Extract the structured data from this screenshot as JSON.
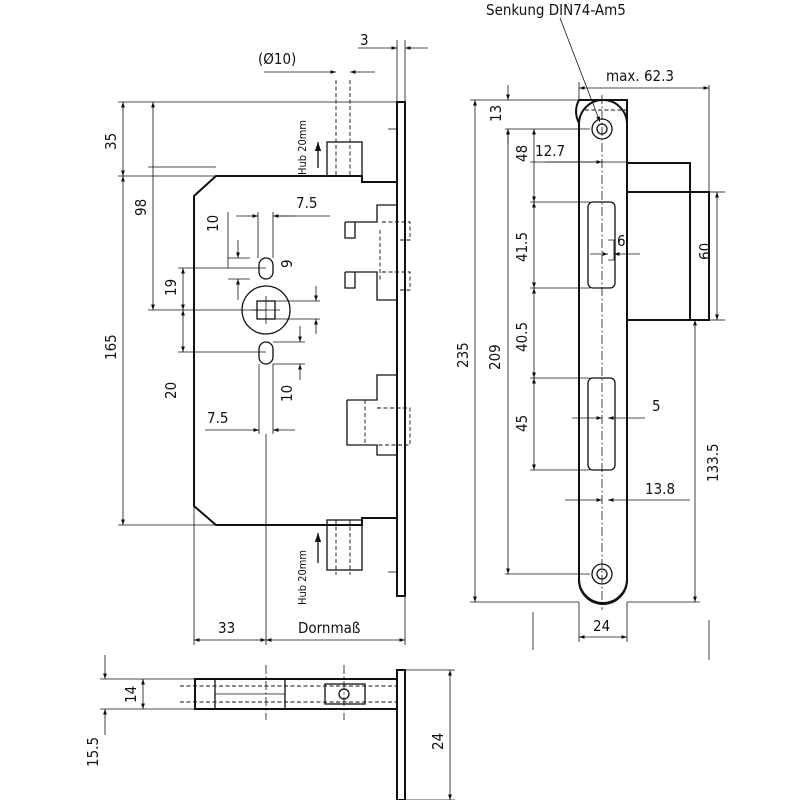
{
  "labels": {
    "senkung": "Senkung DIN74-Am5",
    "bore": "(Ø10)",
    "plate_thickness": "3",
    "max_width": "max. 62.3",
    "hub_top": "Hub 20mm",
    "hub_bottom": "Hub 20mm",
    "dornmass": "Dornmaß"
  },
  "dimensions": {
    "d35": "35",
    "d98": "98",
    "d165": "165",
    "d19": "19",
    "d20": "20",
    "d10a": "10",
    "d75a": "7.5",
    "d9": "9",
    "d10b": "10",
    "d75b": "7.5",
    "d33": "33",
    "d13": "13",
    "d48": "48",
    "d127": "12.7",
    "d415": "41.5",
    "d6": "6",
    "d60": "60",
    "d235": "235",
    "d209": "209",
    "d405": "40.5",
    "d5": "5",
    "d45": "45",
    "d1335": "133.5",
    "d138": "13.8",
    "d24a": "24",
    "d14": "14",
    "d155": "15.5",
    "d24b": "24"
  }
}
